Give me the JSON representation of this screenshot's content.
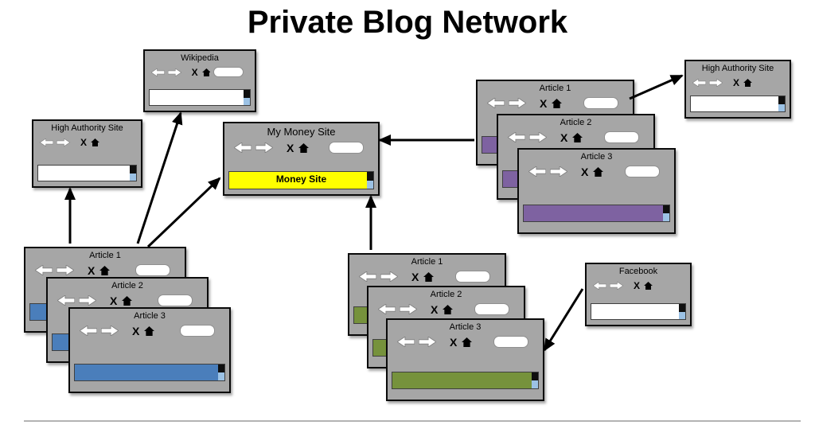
{
  "title": "Private Blog Network",
  "colors": {
    "money_banner": "#ffff00",
    "stack_left_accent": "#4a7ebb",
    "stack_right_accent": "#7e62a1",
    "stack_bottom_accent": "#76923c"
  },
  "icons": {
    "close": "X",
    "back": "white-left-block-arrow",
    "forward": "white-right-block-arrow",
    "home": "black-house"
  },
  "windows": {
    "wikipedia": {
      "title": "Wikipedia"
    },
    "high_authority_left": {
      "title": "High Authority Site"
    },
    "high_authority_right": {
      "title": "High Authority Site"
    },
    "money_site": {
      "title": "My Money Site",
      "banner": "Money Site"
    },
    "facebook": {
      "title": "Facebook"
    }
  },
  "stacks": {
    "left": {
      "articles": [
        "Article 1",
        "Article 2",
        "Article 3"
      ]
    },
    "right": {
      "articles": [
        "Article 1",
        "Article 2",
        "Article 3"
      ]
    },
    "bottom": {
      "articles": [
        "Article 1",
        "Article 2",
        "Article 3"
      ]
    }
  }
}
